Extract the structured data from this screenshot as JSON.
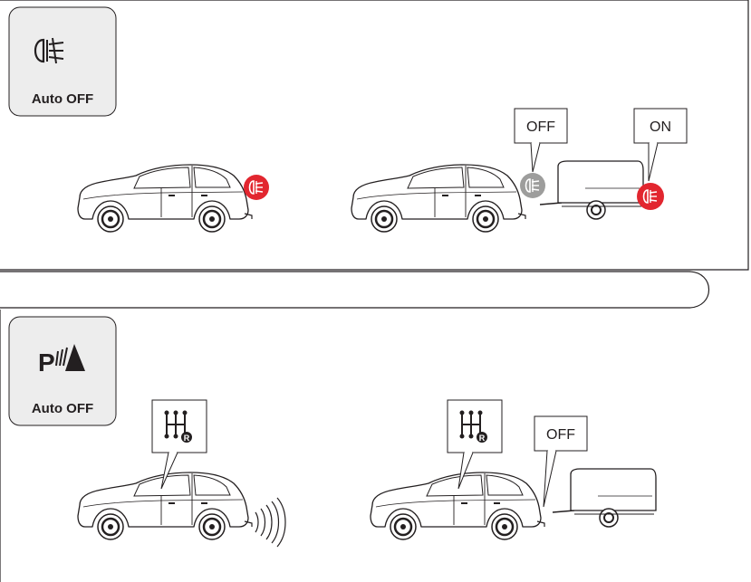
{
  "sections": [
    {
      "id": "rear-fog-light",
      "icon": "rear-fog-light-icon",
      "panel_label": "Auto OFF",
      "scenes": [
        {
          "description_icon": "rear-fog-light-on-indicator",
          "labels": []
        },
        {
          "description_icon": "trailer-fog-lights",
          "labels": [
            "OFF",
            "ON"
          ]
        }
      ]
    },
    {
      "id": "parking-sensor",
      "icon": "parking-sensor-icon",
      "panel_label": "Auto OFF",
      "scenes": [
        {
          "description_icon": "reverse-gear-icon",
          "labels": []
        },
        {
          "description_icon": "reverse-gear-icon",
          "labels": [
            "OFF"
          ]
        }
      ]
    }
  ],
  "labels": {
    "top_off": "OFF",
    "top_on": "ON",
    "bottom_off": "OFF"
  },
  "colors": {
    "active_light": "#e2262f",
    "inactive_light": "#9d9d9c",
    "panel_bg": "#ededed",
    "line": "#231f20"
  }
}
